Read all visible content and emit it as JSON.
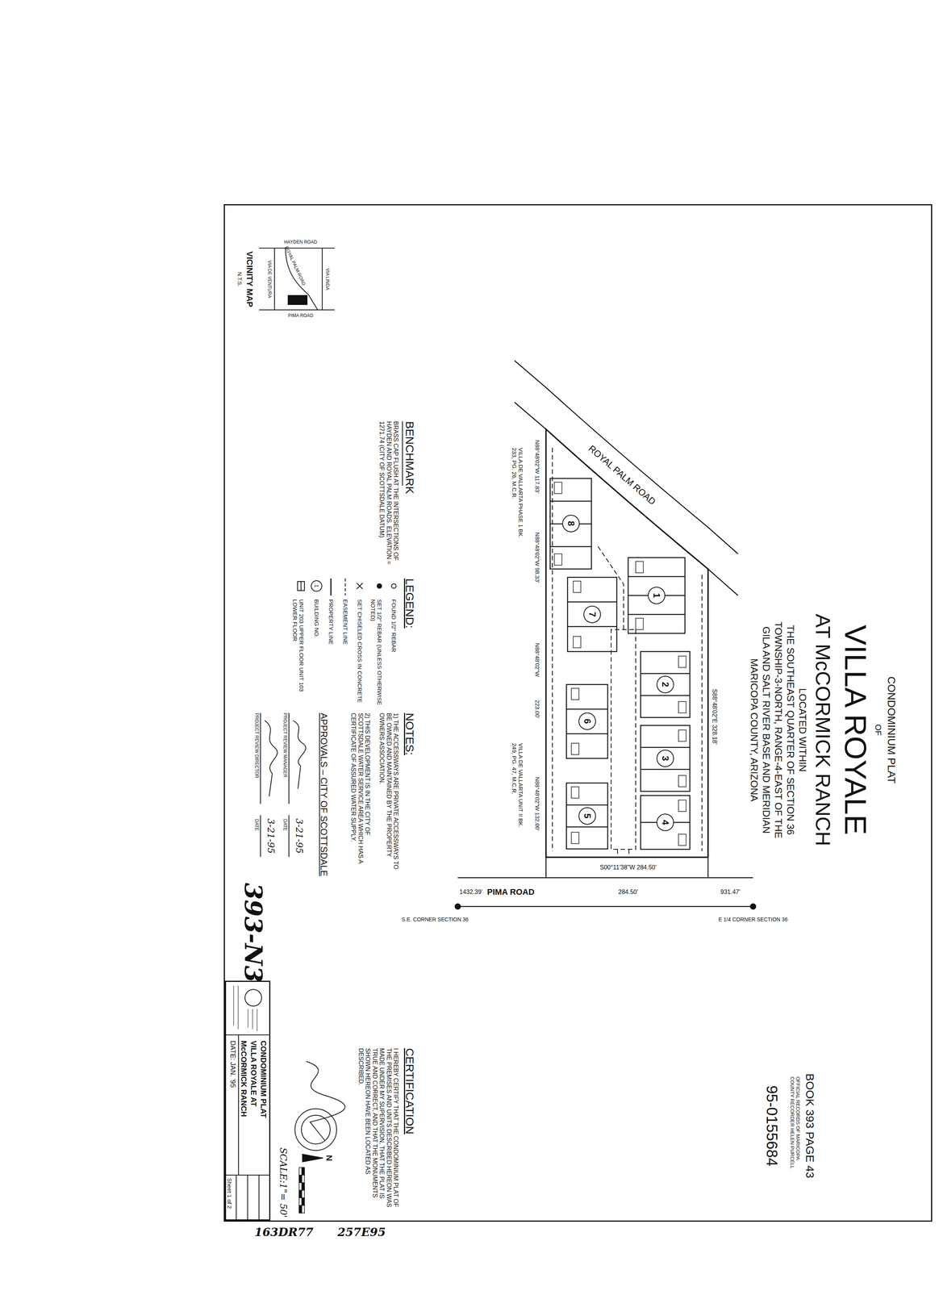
{
  "diagram": {
    "title": "VILLA ROYALE",
    "nodes": [
      {
        "text": [
          "1"
        ]
      },
      {
        "text": [
          "2"
        ]
      },
      {
        "text": [
          "3"
        ]
      },
      {
        "text": [
          "4"
        ]
      },
      {
        "text": [
          "5"
        ]
      },
      {
        "text": [
          "6"
        ]
      },
      {
        "text": [
          "7"
        ]
      },
      {
        "text": [
          "8"
        ]
      },
      {
        "text": [
          "CONDOMINIUM PLAT",
          "VILLA ROYALE AT",
          "McCORMICK RANCH",
          "DATE: JAN. '95",
          "Sheet 1 of 2"
        ]
      }
    ],
    "labels": [
      "CONDOMINIUM PLAT",
      "OF",
      "AT McCORMICK RANCH",
      "LOCATED WITHIN",
      "THE SOUTHEAST QUARTER OF SECTION 36",
      "TOWNSHIP-3-NORTH, RANGE-4-EAST OF THE",
      "GILA AND SALT RIVER BASE AND MERIDIAN",
      "MARICOPA COUNTY, ARIZONA",
      "BOOK 393 PAGE 43",
      "OFFICIAL RECORDS OF MARICOPA COUNTY RECORDER HELEN PURCELL",
      "95-0155684",
      "HAYDEN ROAD",
      "PIMA ROAD",
      "VIA LINDA",
      "VIA DE VENTURA",
      "ROYAL PALM ROAD",
      "VICINITY MAP",
      "N.T.S.",
      "BENCHMARK",
      "BRASS CAP FLUSH AT THE INTERSECTIONS OF HAYDEN AND ROYAL PALM ROADS. ELEVATION = 1271.74 (CITY OF SCOTTSDALE DATUM)",
      "LEGEND:",
      "1",
      "NOTES:",
      "1) THE ACCESSWAYS ARE PRIVATE ACCESSWAYS TO BE OWNED AND MAINTAINED BY THE PROPERTY OWNERS ASSOCIATION.",
      "2) THIS DEVELOPMENT IS IN THE CITY OF SCOTTSDALE WATER SERVICE AREA WHICH HAS A CERTIFICATE OF ASSURED WATER SUPPLY.",
      "APPROVALS – CITY OF SCOTTSDALE",
      "3-21-95",
      "PROJECT REVIEW MANAGER",
      "DATE",
      "3-21-95",
      "PROJECT REVIEW DIRECTOR",
      "DATE",
      "393-N3",
      "CERTIFICATION",
      "I HEREBY CERTIFY THAT THE CONDOMINIUM PLAT OF THE PREMISES AND UNITS DESCRIBED HEREON WAS MADE UNDER MY SUPERVISION, THAT THE PLAT IS TRUE AND CORRECT, AND THAT THE MONUMENTS SHOWN HEREON HAVE BEEN LOCATED AS DESCRIBED.",
      "N",
      "SCALE:1\"= 50'",
      "ROYAL PALM ROAD",
      "S88°48'02\"E 328.18'",
      "S00°11'38\"W 284.50'",
      "284.50'",
      "PIMA ROAD",
      "1432.39'",
      "931.47'",
      "S.E. CORNER SECTION 36",
      "E 1/4 CORNER SECTION 36",
      "N88°48'02\"W 117.83'",
      "N88°48'02\"W 98.33'",
      "N88°48'02\"W",
      "223.00'",
      "N88°48'02\"W 132.00'",
      "VILLA DE VALLARTA PHASE 1 BK. 233, PG. 26, M.C.R.",
      "VILLA DE VALLARTA UNIT II BK. 249, PG. 47, M.C.R.",
      "163DR77",
      "257E95"
    ],
    "legend": [
      {
        "text": "FOUND 1/2\" REBAR"
      },
      {
        "text": "SET 1/2\" REBAR (UNLESS OTHERWISE NOTED)"
      },
      {
        "text": "SET CHISELED CROSS IN CONCRETE"
      },
      {
        "text": "EASEMENT LINE"
      },
      {
        "text": "PROPERTY LINE"
      },
      {
        "text": "BUILDING NO."
      },
      {
        "text": "UNIT 203 UPPER FLOOR UNIT 103 LOWER FLOOR"
      }
    ]
  }
}
